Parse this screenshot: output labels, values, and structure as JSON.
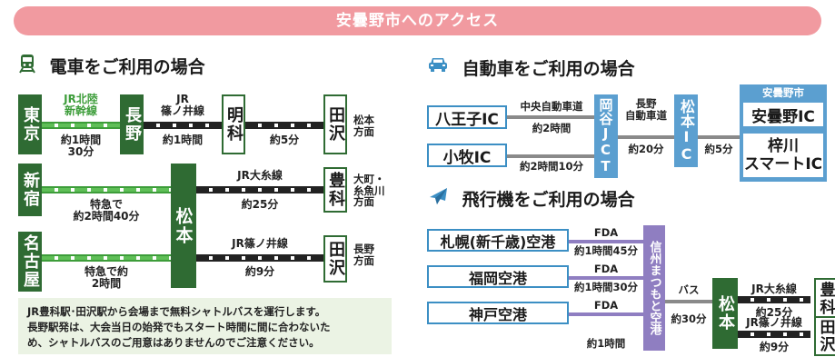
{
  "banner": "安曇野市へのアクセス",
  "train": {
    "heading": "電車をご利用の場合",
    "tokyo": "東京",
    "nagano": "長野",
    "meika": "明科",
    "tazawa1": "田沢",
    "shinjuku": "新宿",
    "nagoya": "名古屋",
    "matsumoto": "松本",
    "toyoshina": "豊科",
    "tazawa2": "田沢",
    "jr_hokuriku": "JR北陸\n新幹線",
    "t1": "約1時間\n30分",
    "jr_shinonoi1": "JR\n篠ノ井線",
    "t2": "約1時間",
    "t3": "約5分",
    "dir1": "松本\n方面",
    "tokkyu1": "特急で\n約2時間40分",
    "jr_oito": "JR大糸線",
    "t4": "約25分",
    "dir2": "大町・\n糸魚川\n方面",
    "tokkyu2": "特急で約\n2時間",
    "jr_shinonoi2": "JR篠ノ井線",
    "t5": "約9分",
    "dir3": "長野\n方面",
    "note": "JR豊科駅･田沢駅から会場まで無料シャトルバスを運行します。\n長野駅発は、大会当日の始発でもスタート時間に間に合わないた\nめ、シャトルバスのご用意はありませんのでご注意ください。"
  },
  "car": {
    "heading": "自動車をご利用の場合",
    "hachioji": "八王子IC",
    "komaki": "小牧IC",
    "okaya": "岡谷JCT",
    "matsumoto_ic": "松本IC",
    "city_label": "安曇野市",
    "azumino_ic": "安曇野IC",
    "azusagawa": "梓川\nスマートIC",
    "chuo": "中央自動車道",
    "c1": "約2時間",
    "c2": "約2時間10分",
    "nagano_exp": "長野\n自動車道",
    "c3": "約20分",
    "c4": "約5分"
  },
  "plane": {
    "heading": "飛行機をご利用の場合",
    "sapporo": "札幌(新千歳)空港",
    "fukuoka": "福岡空港",
    "kobe": "神戸空港",
    "shinshu": "信州まつもと空港",
    "matsumoto": "松本",
    "fda1": "FDA",
    "p1": "約1時間45分",
    "fda2": "FDA",
    "p2": "約1時間30分",
    "fda3": "FDA",
    "p3": "約1時間",
    "bus": "バス",
    "p4": "約30分",
    "jr_oito": "JR大糸線",
    "p5": "約25分",
    "jr_shinonoi": "JR篠ノ井線",
    "p6": "約9分",
    "toyoshina": "豊科",
    "tazawa": "田沢"
  }
}
